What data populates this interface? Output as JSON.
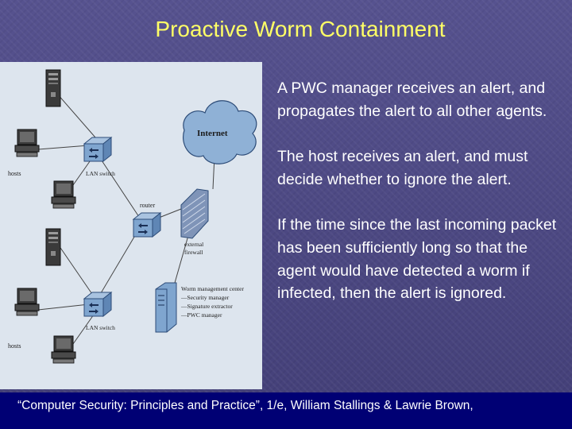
{
  "slide": {
    "title": "Proactive Worm Containment",
    "bullets": [
      "A PWC manager receives an alert, and propagates the alert to all other agents.",
      "The host receives an alert, and must decide whether to ignore the alert.",
      "If the time since the last incoming packet has been sufficiently long so that the agent would have detected a worm if infected, then the alert is ignored."
    ],
    "footer": "“Computer Security: Principles and Practice”, 1/e, William Stallings & Lawrie Brown,"
  },
  "diagram": {
    "internet": "Internet",
    "hosts_top": "hosts",
    "hosts_bottom": "hosts",
    "lan_switch_top": "LAN switch",
    "lan_switch_bottom": "LAN switch",
    "router": "router",
    "firewall_line1": "external",
    "firewall_line2": "firewall",
    "wmc_title": "Worm management center",
    "wmc_items": [
      "—Security manager",
      "—Signature extractor",
      "—PWC manager"
    ]
  },
  "colors": {
    "title": "#ffff66",
    "footer_bg": "#000074",
    "cloud": "#8fb1d6",
    "switch": "#8fb1d6"
  }
}
